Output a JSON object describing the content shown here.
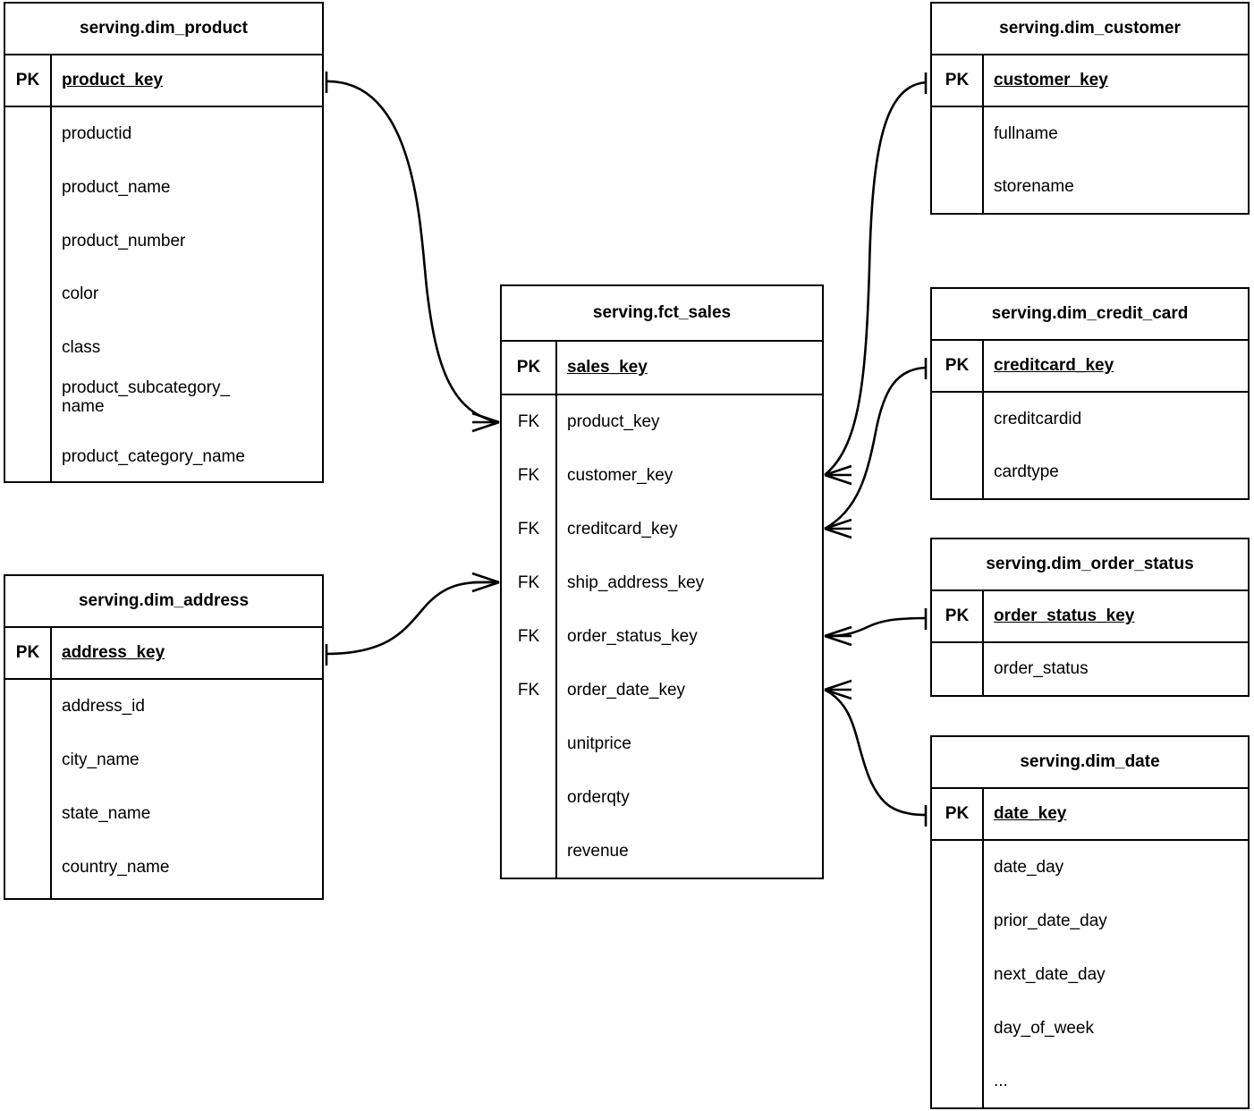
{
  "diagram": {
    "type": "entity-relationship-diagram",
    "notation": "crows-foot",
    "background_color": "#ffffff",
    "line_color": "#000000",
    "text_color": "#000000"
  },
  "entities": [
    {
      "id": "dim_product",
      "title": "serving.dim_product",
      "primary_key": {
        "key_label": "PK",
        "name": "product_key"
      },
      "attributes": [
        "productid",
        "product_name",
        "product_number",
        "color",
        "class",
        "product_subcategory_\nname",
        "product_category_name"
      ]
    },
    {
      "id": "dim_address",
      "title": "serving.dim_address",
      "primary_key": {
        "key_label": "PK",
        "name": "address_key"
      },
      "attributes": [
        "address_id",
        "city_name",
        "state_name",
        "country_name"
      ]
    },
    {
      "id": "fct_sales",
      "title": "serving.fct_sales",
      "primary_key": {
        "key_label": "PK",
        "name": "sales_key"
      },
      "foreign_key_label": "FK",
      "foreign_keys": [
        "product_key",
        "customer_key",
        "creditcard_key",
        "ship_address_key",
        "order_status_key",
        "order_date_key"
      ],
      "measures": [
        "unitprice",
        "orderqty",
        "revenue"
      ]
    },
    {
      "id": "dim_customer",
      "title": "serving.dim_customer",
      "primary_key": {
        "key_label": "PK",
        "name": "customer_key"
      },
      "attributes": [
        "fullname",
        "storename"
      ]
    },
    {
      "id": "dim_credit_card",
      "title": "serving.dim_credit_card",
      "primary_key": {
        "key_label": "PK",
        "name": "creditcard_key"
      },
      "attributes": [
        "creditcardid",
        "cardtype"
      ]
    },
    {
      "id": "dim_order_status",
      "title": "serving.dim_order_status",
      "primary_key": {
        "key_label": "PK",
        "name": "order_status_key"
      },
      "attributes": [
        "order_status"
      ]
    },
    {
      "id": "dim_date",
      "title": "serving.dim_date",
      "primary_key": {
        "key_label": "PK",
        "name": "date_key"
      },
      "attributes": [
        "date_day",
        "prior_date_day",
        "next_date_day",
        "day_of_week",
        "..."
      ]
    }
  ],
  "relationships": [
    {
      "from": "dim_product.product_key",
      "to": "fct_sales.product_key",
      "from_cardinality": "one",
      "to_cardinality": "many"
    },
    {
      "from": "dim_address.address_key",
      "to": "fct_sales.ship_address_key",
      "from_cardinality": "one",
      "to_cardinality": "many"
    },
    {
      "from": "dim_customer.customer_key",
      "to": "fct_sales.customer_key",
      "from_cardinality": "one",
      "to_cardinality": "many"
    },
    {
      "from": "dim_credit_card.creditcard_key",
      "to": "fct_sales.creditcard_key",
      "from_cardinality": "one",
      "to_cardinality": "many"
    },
    {
      "from": "dim_order_status.order_status_key",
      "to": "fct_sales.order_status_key",
      "from_cardinality": "one",
      "to_cardinality": "many"
    },
    {
      "from": "dim_date.date_key",
      "to": "fct_sales.order_date_key",
      "from_cardinality": "one",
      "to_cardinality": "many"
    }
  ]
}
